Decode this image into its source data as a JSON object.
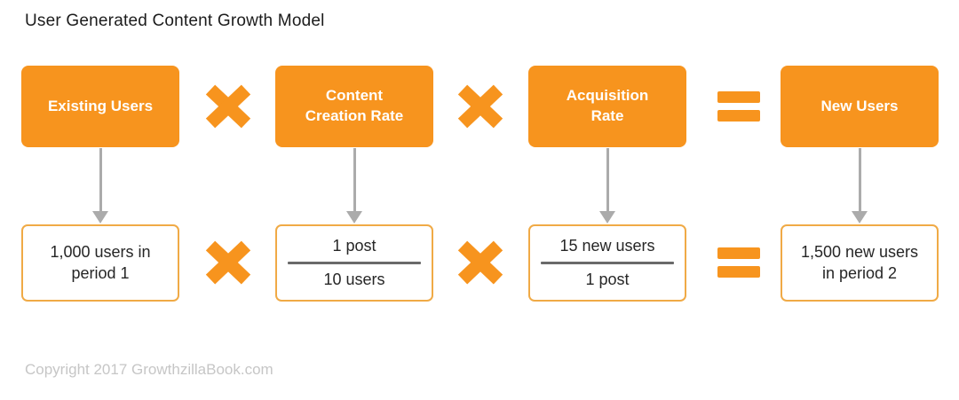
{
  "title": "User Generated Content Growth Model",
  "footer": "Copyright 2017 GrowthzillaBook.com",
  "colors": {
    "orange": "#F7941E",
    "box_border": "#F0AA46",
    "arrow": "#ABABAB",
    "fraction_line": "#6A6A6A",
    "text": "#262626",
    "footer_text": "#C6C6C6"
  },
  "columns": [
    {
      "top": {
        "line1": "Existing Users",
        "line2": ""
      },
      "bottom": {
        "type": "text",
        "line1": "1,000 users in",
        "line2": "period 1"
      }
    },
    {
      "top": {
        "line1": "Content",
        "line2": "Creation Rate"
      },
      "bottom": {
        "type": "fraction",
        "numerator": "1 post",
        "denominator": "10 users"
      }
    },
    {
      "top": {
        "line1": "Acquisition",
        "line2": "Rate"
      },
      "bottom": {
        "type": "fraction",
        "numerator": "15 new users",
        "denominator": "1 post"
      }
    },
    {
      "top": {
        "line1": "New Users",
        "line2": ""
      },
      "bottom": {
        "type": "text",
        "line1": "1,500 new users",
        "line2": "in period 2"
      }
    }
  ],
  "operators": [
    {
      "symbol": "×",
      "name": "multiply"
    },
    {
      "symbol": "×",
      "name": "multiply"
    },
    {
      "symbol": "=",
      "name": "equals"
    }
  ]
}
